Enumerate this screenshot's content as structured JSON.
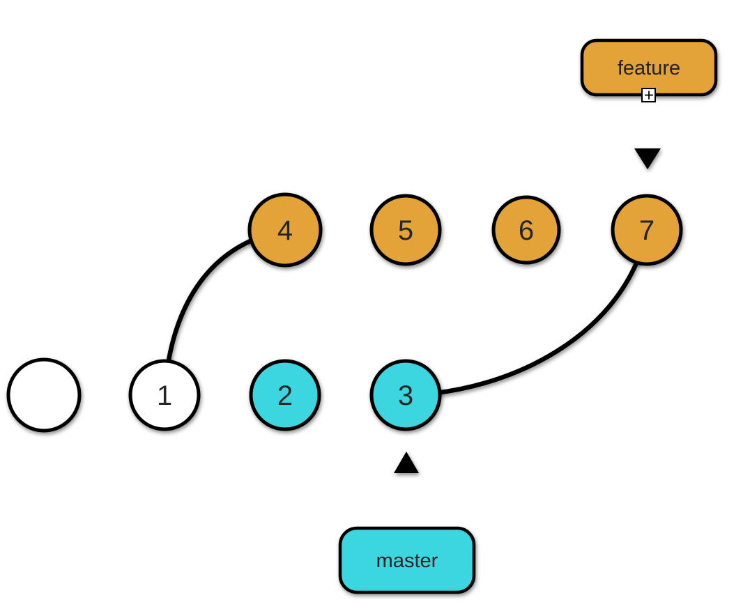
{
  "diagram": {
    "title": "git branch diagram with feature branch off master",
    "colors": {
      "feature_fill": "#E4A339",
      "master_fill": "#3BD6E0",
      "plain_fill": "#FFFFFF",
      "stroke": "#000000",
      "text": "#242424"
    },
    "branch_labels": {
      "feature": "feature",
      "master": "master"
    },
    "nodes": {
      "root": {
        "label": ""
      },
      "n1": {
        "label": "1"
      },
      "n2": {
        "label": "2"
      },
      "n3": {
        "label": "3"
      },
      "n4": {
        "label": "4"
      },
      "n5": {
        "label": "5"
      },
      "n6": {
        "label": "6"
      },
      "n7": {
        "label": "7"
      }
    }
  }
}
